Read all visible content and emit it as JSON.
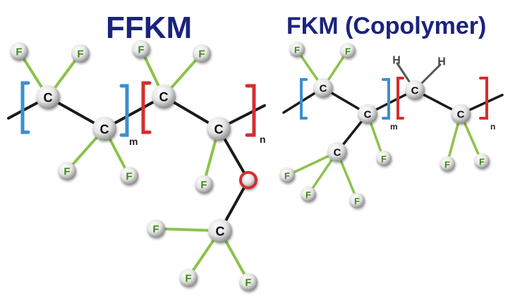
{
  "titles": {
    "ffkm": "FFKM",
    "fkm": "FKM (Copolymer)"
  },
  "subscripts": {
    "m": "m",
    "n": "n"
  },
  "atom_symbols": {
    "carbon": "C",
    "fluorine": "F",
    "hydrogen": "H",
    "oxygen": "O"
  },
  "colors": {
    "title": "#1a237e",
    "fluorine_label": "#3a8a1a",
    "carbon_label": "#111111",
    "hydrogen_label": "#444444",
    "oxygen_ring": "#d32f2f",
    "bracket_blue": "#3b8fcf",
    "bracket_red": "#d32f2f",
    "bond_black": "#1a1a1a",
    "bond_green": "#8bc34a"
  }
}
